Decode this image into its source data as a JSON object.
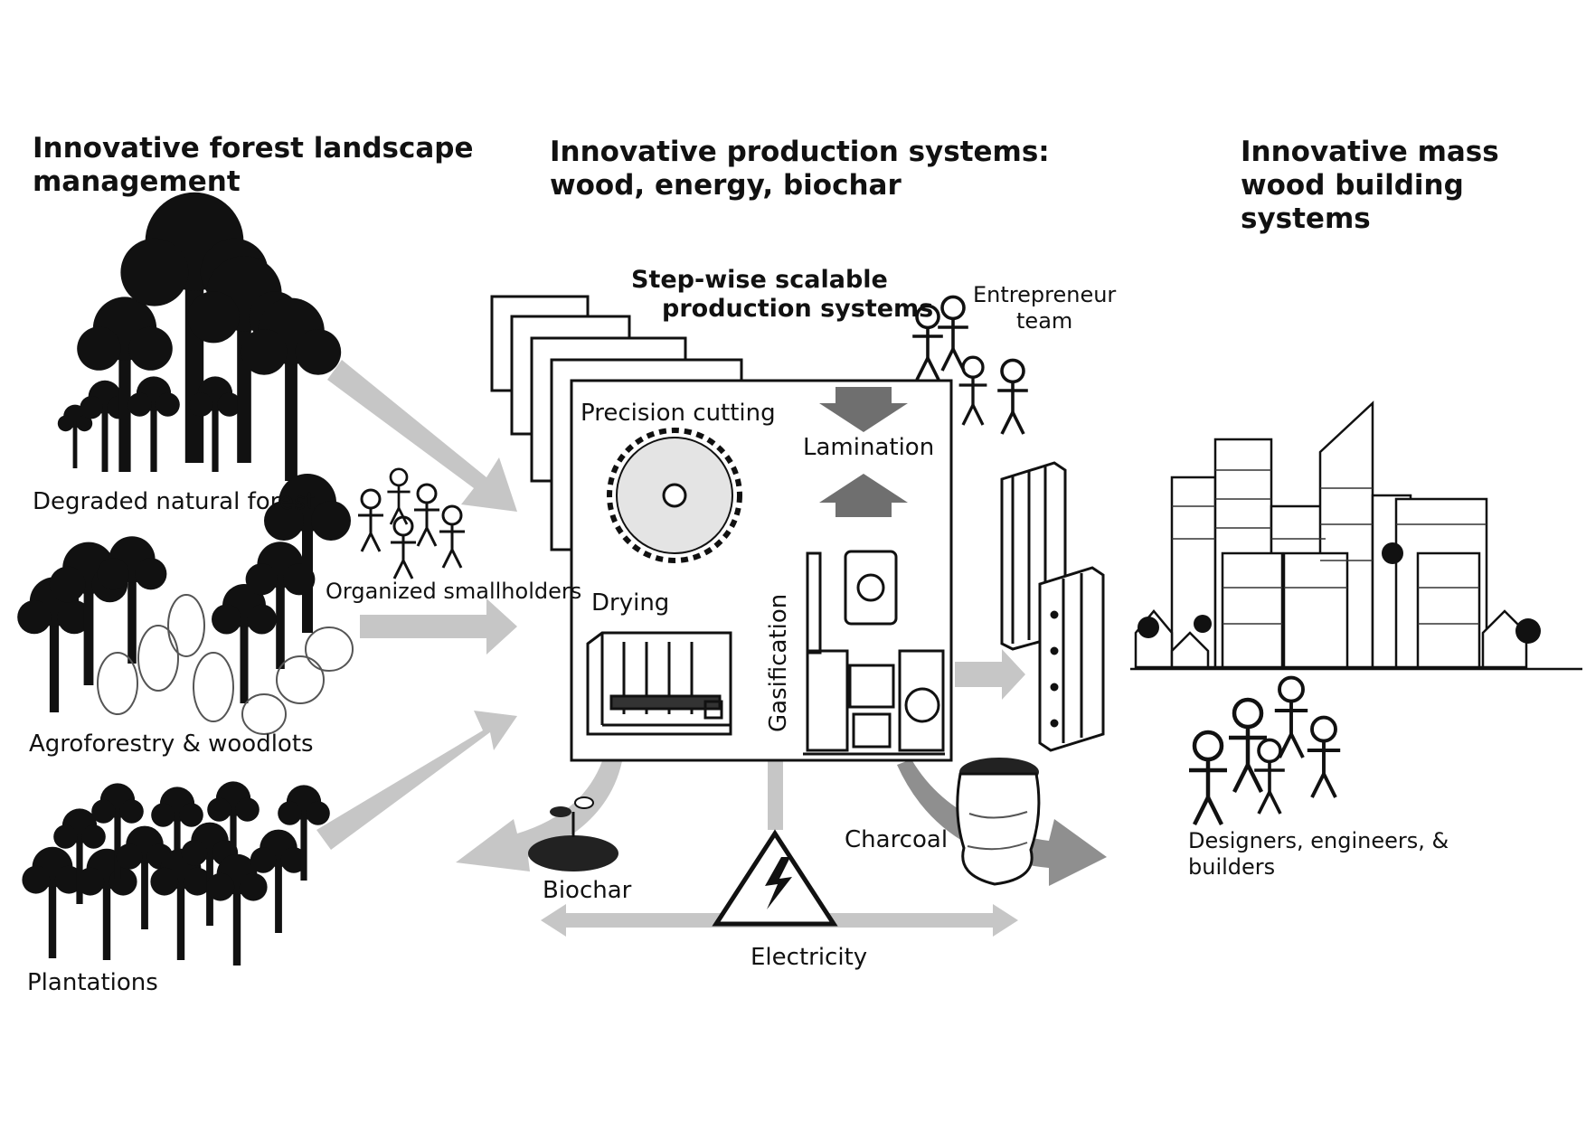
{
  "headings": {
    "forest": [
      "Innovative forest landscape",
      "management"
    ],
    "production": [
      "Innovative production systems:",
      "wood, energy, biochar"
    ],
    "building": [
      "Innovative mass",
      "wood building",
      "systems"
    ]
  },
  "labels": {
    "degraded": "Degraded natural forest",
    "agroforestry": "Agroforestry & woodlots",
    "plantations": "Plantations",
    "smallholders": "Organized smallholders",
    "stepwise": [
      "Step-wise scalable",
      "production systems"
    ],
    "entrepreneur": [
      "Entrepreneur",
      "team"
    ],
    "precision": "Precision cutting",
    "lamination": "Lamination",
    "drying": "Drying",
    "gasification": "Gasification",
    "biochar": "Biochar",
    "charcoal": "Charcoal",
    "electricity": "Electricity",
    "designers": [
      "Designers, engineers, &",
      "builders"
    ]
  },
  "colors": {
    "arrow": "#c6c6c6",
    "dark_arrow": "#6f6f6f",
    "ink": "#111111"
  },
  "icons": [
    "tree-icon",
    "person-icon",
    "saw-blade-icon",
    "kiln-icon",
    "gasifier-icon",
    "seedling-icon",
    "high-voltage-icon",
    "charcoal-sack-icon",
    "wood-panel-icon",
    "building-icon"
  ]
}
